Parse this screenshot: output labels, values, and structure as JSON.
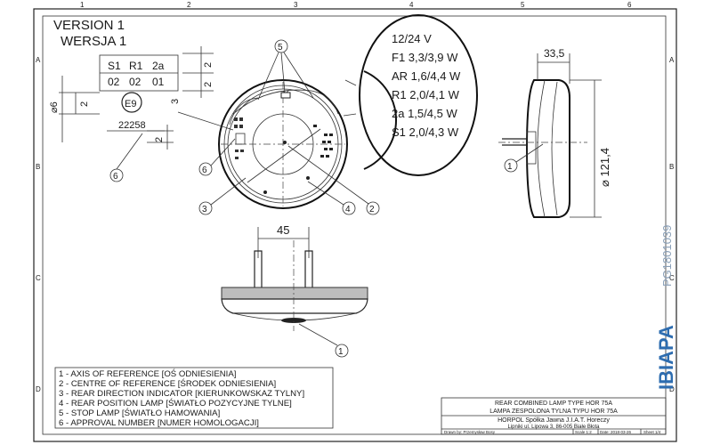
{
  "version": {
    "en": "VERSION 1",
    "pl": "WERSJA 1"
  },
  "approval_table": {
    "headers": [
      "S1",
      "R1",
      "2a"
    ],
    "values": [
      "02",
      "02",
      "01"
    ],
    "number": "22258",
    "letter": "E9"
  },
  "dims": {
    "d6": "⌀6",
    "d2": "2",
    "d3": "3",
    "d33": "33,5",
    "d121": "⌀ 121,4",
    "d45": "45"
  },
  "bulbs": [
    "12/24 V",
    "F1  3,3/3,9 W",
    "AR  1,6/4,4 W",
    "R1  2,0/4,1 W",
    "2a   1,5/4,5 W",
    "S1  2,0/4,3 W"
  ],
  "callouts": [
    "1",
    "2",
    "3",
    "4",
    "5",
    "6"
  ],
  "legend": [
    "1 - AXIS OF REFERENCE [OŚ ODNIESIENIA]",
    "2 - CENTRE OF REFERENCE [ŚRODEK ODNIESIENIA]",
    "3 - REAR DIRECTION INDICATOR [KIERUNKOWSKAZ TYLNY]",
    "4 - REAR POSITION LAMP [ŚWIATŁO POZYCYJNE TYLNE]",
    "5 - STOP LAMP [ŚWIATŁO HAMOWANIA]",
    "6 - APPROVAL NUMBER [NUMER HOMOLOGACJI]"
  ],
  "title_block": {
    "title_en": "REAR COMBINED LAMP TYPE HOR 75A",
    "title_pl": "LAMPA ZESPOLONA TYLNA TYPU HOR 75A",
    "company": "HORPOL Spółka Jawna   J.I.A.T. Horeczy",
    "address": "Lipniki ul. Lipowa 3, 86-005 Białe Błota",
    "drawn": "Drawn by: Przemysław Bosy",
    "scale": "Scale 1:2",
    "date": "Date: 2018-03-26",
    "sheet": "Sheet 1/4"
  },
  "code": "PG1801039",
  "brand": "IBIAPA",
  "frame": {
    "cols": [
      "1",
      "2",
      "3",
      "4",
      "5",
      "6"
    ],
    "rows": [
      "A",
      "B",
      "C",
      "D"
    ]
  }
}
